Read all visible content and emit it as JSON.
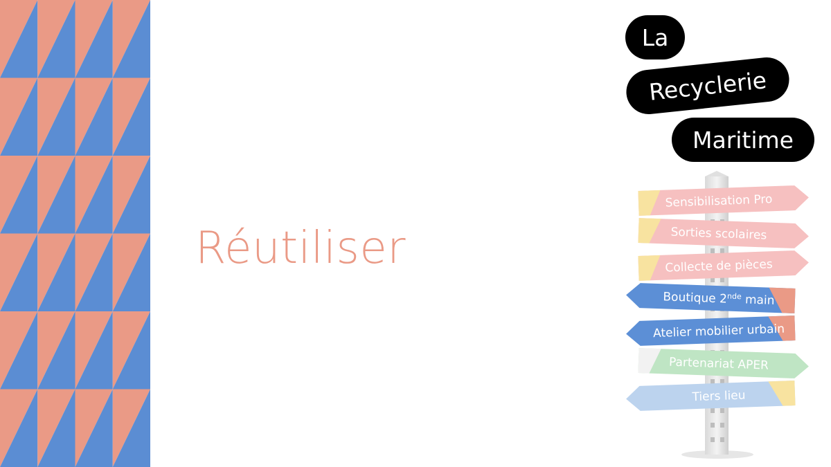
{
  "slide": {
    "title": "Réutiliser"
  },
  "logo": {
    "line1": "La",
    "line2": "Recyclerie",
    "line3": "Maritime"
  },
  "signs": [
    {
      "label": "Sensibilisation Pro",
      "direction": "right",
      "color": "#f6c0c0",
      "accent": "#f8e3a0"
    },
    {
      "label": "Sorties scolaires",
      "direction": "right",
      "color": "#f6c0c0",
      "accent": "#f8e3a0"
    },
    {
      "label": "Collecte de pièces",
      "direction": "right",
      "color": "#f6c0c0",
      "accent": "#f8e3a0"
    },
    {
      "label": "Boutique 2",
      "superscript": "nde",
      "label_end": " main",
      "direction": "left",
      "color": "#5c8fd6",
      "accent": "#ea9a86"
    },
    {
      "label": "Atelier mobilier urbain",
      "direction": "left",
      "color": "#5c8fd6",
      "accent": "#ea9a86"
    },
    {
      "label": "Partenariat APER",
      "direction": "right",
      "color": "#bfe5c4",
      "accent": "#f2f2f2"
    },
    {
      "label": "Tiers lieu",
      "direction": "left",
      "color": "#bcd3ee",
      "accent": "#f8e3a0"
    }
  ],
  "colors": {
    "pattern_blue": "#5b8dd3",
    "pattern_salmon": "#ea9a86",
    "title": "#ea9a86",
    "pill_bg": "#000000",
    "pill_text": "#ffffff"
  }
}
